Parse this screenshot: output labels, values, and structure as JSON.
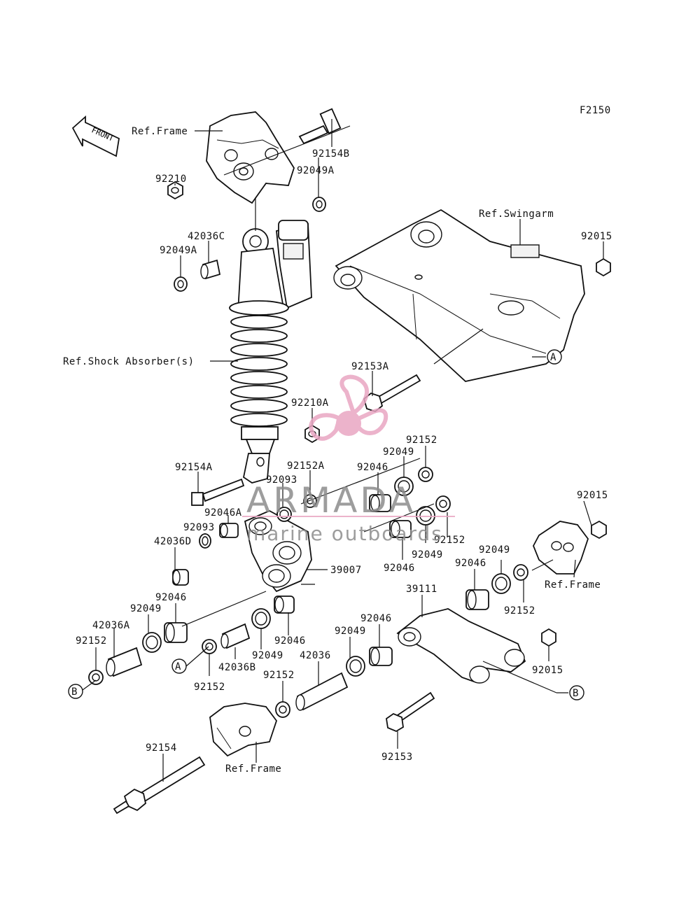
{
  "figure_id": "F2150",
  "front_label": "FRONT",
  "watermark": {
    "brand": "ARMADA",
    "tagline": "marine outboards",
    "color": "#e9a6c3"
  },
  "labels": {
    "ref_frame_top": "Ref.Frame",
    "p92154B": "92154B",
    "p92210": "92210",
    "p92049A_top": "92049A",
    "p42036C": "42036C",
    "p92049A_left": "92049A",
    "ref_swingarm": "Ref.Swingarm",
    "p92015_top": "92015",
    "ref_shock": "Ref.Shock Absorber(s)",
    "p92153A": "92153A",
    "p92210A": "92210A",
    "p92152_r1": "92152",
    "p92049_r1": "92049",
    "p92046_r1": "92046",
    "p92152A": "92152A",
    "p92093_a": "92093",
    "p92154A": "92154A",
    "p92046A": "92046A",
    "p92093_b": "92093",
    "p42036D": "42036D",
    "p92015_mid": "92015",
    "p92152_r2": "92152",
    "p92049_r2": "92049",
    "p92046_r2": "92046",
    "p39007": "39007",
    "p92049_r3": "92049",
    "p92046_r3": "92046",
    "ref_frame_right": "Ref.Frame",
    "p92152_r3": "92152",
    "p39111": "39111",
    "p92046_l1": "92046",
    "p92049_l1": "92049",
    "p42036A": "42036A",
    "p92152_l1": "92152",
    "p92046_c1": "92046",
    "p92049_c1": "92049",
    "p42036B": "42036B",
    "p92152_c1": "92152",
    "p92046_c2": "92046",
    "p92049_c2": "92049",
    "p42036": "42036",
    "p92152_c2": "92152",
    "p92015_low": "92015",
    "p92154": "92154",
    "ref_frame_bottom": "Ref.Frame",
    "p92153": "92153",
    "ref_A1": "A",
    "ref_A2": "A",
    "ref_B1": "B",
    "ref_B2": "B"
  }
}
